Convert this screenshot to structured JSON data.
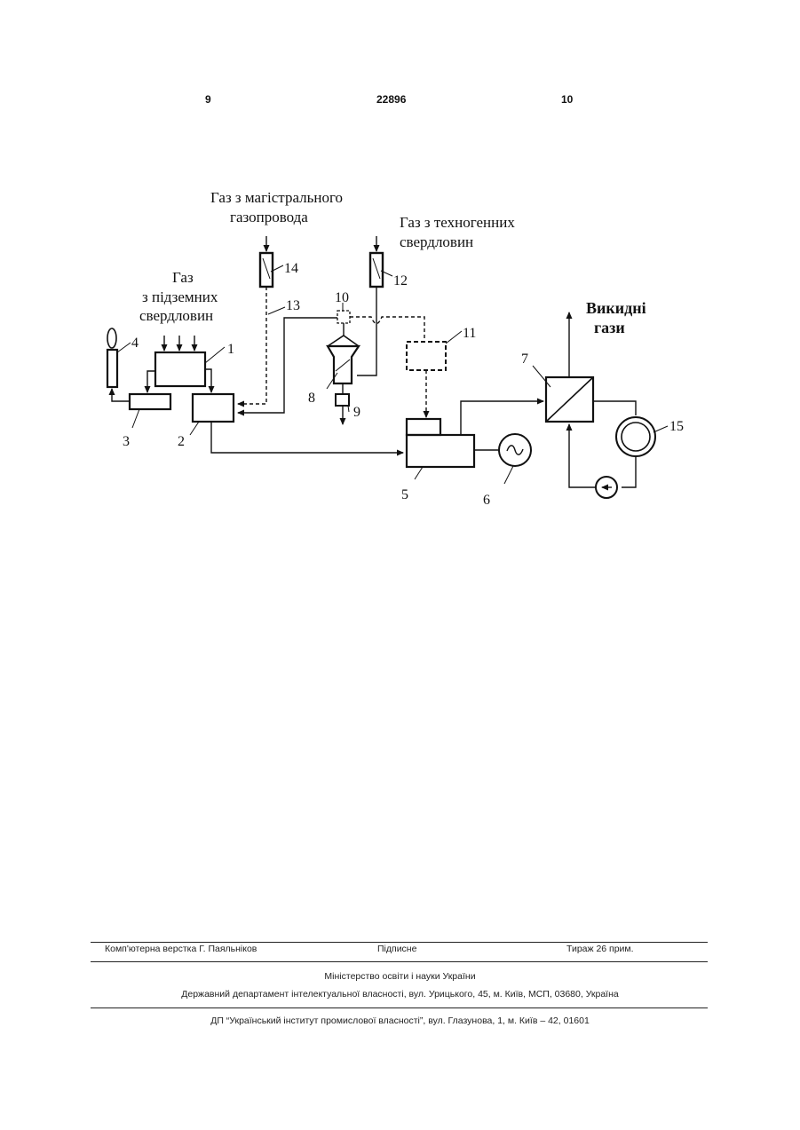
{
  "header": {
    "page_left": "9",
    "patent_number": "22896",
    "page_right": "10"
  },
  "diagram": {
    "label_main_gas_line1": "Газ з магістрального",
    "label_main_gas_line2": "газопровода",
    "label_tech_gas_line1": "Газ з техногенних",
    "label_tech_gas_line2": "свердловин",
    "label_underground_line1": "Газ",
    "label_underground_line2": "з підземних",
    "label_underground_line3": "свердловин",
    "label_exhaust_line1": "Викидні",
    "label_exhaust_line2": "гази",
    "numbers": {
      "n1": "1",
      "n2": "2",
      "n3": "3",
      "n4": "4",
      "n5": "5",
      "n6": "6",
      "n7": "7",
      "n8": "8",
      "n9": "9",
      "n10": "10",
      "n11": "11",
      "n12": "12",
      "n13": "13",
      "n14": "14",
      "n15": "15"
    }
  },
  "footer": {
    "typesetter": "Комп'ютерна верстка Г. Паяльніков",
    "signed": "Підписне",
    "circulation": "Тираж 26 прим.",
    "ministry": "Міністерство освіти і науки України",
    "department": "Державний департамент інтелектуальної власності, вул. Урицького, 45, м. Київ, МСП, 03680, Україна",
    "institute": "ДП “Український інститут промислової власності”, вул. Глазунова, 1, м. Київ – 42, 01601"
  }
}
